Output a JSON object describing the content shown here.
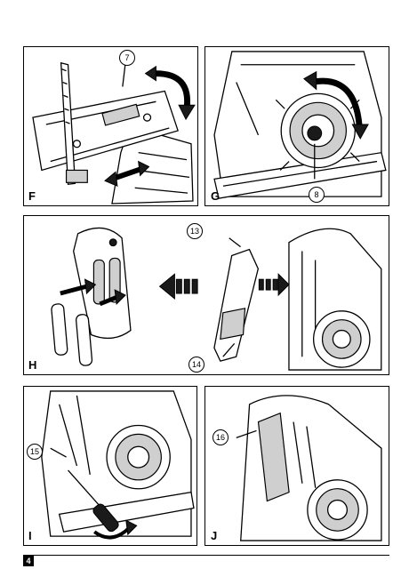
{
  "panels": {
    "f": {
      "letter": "F",
      "callouts": [
        "7"
      ]
    },
    "g": {
      "letter": "G",
      "callouts": [
        "8"
      ]
    },
    "h": {
      "letter": "H",
      "callouts": [
        "13",
        "14"
      ]
    },
    "i": {
      "letter": "I",
      "callouts": [
        "15"
      ]
    },
    "j": {
      "letter": "J",
      "callouts": [
        "16"
      ]
    }
  },
  "footer": {
    "page_number": "4"
  }
}
